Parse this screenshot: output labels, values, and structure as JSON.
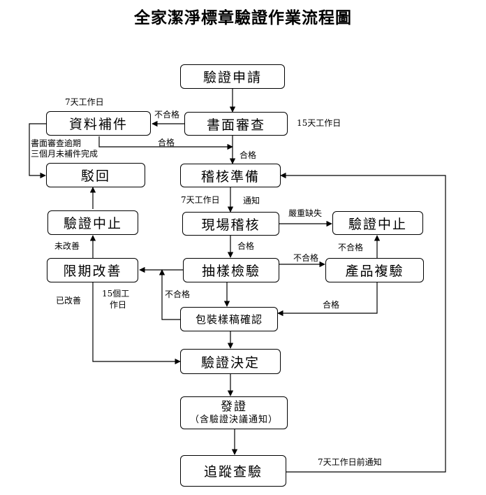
{
  "title": "全家潔淨標章驗證作業流程圖",
  "nodes": {
    "apply": "驗證申請",
    "doc_review": "書面審查",
    "supplement": "資料補件",
    "reject": "駁回",
    "terminate_left": "驗證中止",
    "improve": "限期改善",
    "audit_prep": "稽核準備",
    "onsite_audit": "現場稽核",
    "sampling": "抽樣檢驗",
    "terminate_right": "驗證中止",
    "product_retest": "產品複驗",
    "package_confirm": "包裝樣稿確認",
    "decision": "驗證決定",
    "issue": "發證",
    "issue_sub": "（含驗證決議通知）",
    "followup": "追蹤查驗"
  },
  "labels": {
    "supplement_days": "7天工作日",
    "doc_review_days": "15天工作日",
    "doc_fail": "不合格",
    "doc_pass_mid": "合格",
    "doc_pass": "合格",
    "overdue_line1": "書面審查逾期",
    "overdue_line2": "三個月未補件完成",
    "audit_days": "7天工作日",
    "audit_notice": "通知",
    "serious_defect": "嚴重缺失",
    "onsite_pass": "合格",
    "sampling_fail": "不合格",
    "retest_fail": "不合格",
    "not_improved": "未改善",
    "improve_days_1": "15個工",
    "improve_days_2": "作日",
    "improved": "已改善",
    "package_fail": "不合格",
    "retest_pass": "合格",
    "followup_notice": "7天工作日前通知"
  }
}
